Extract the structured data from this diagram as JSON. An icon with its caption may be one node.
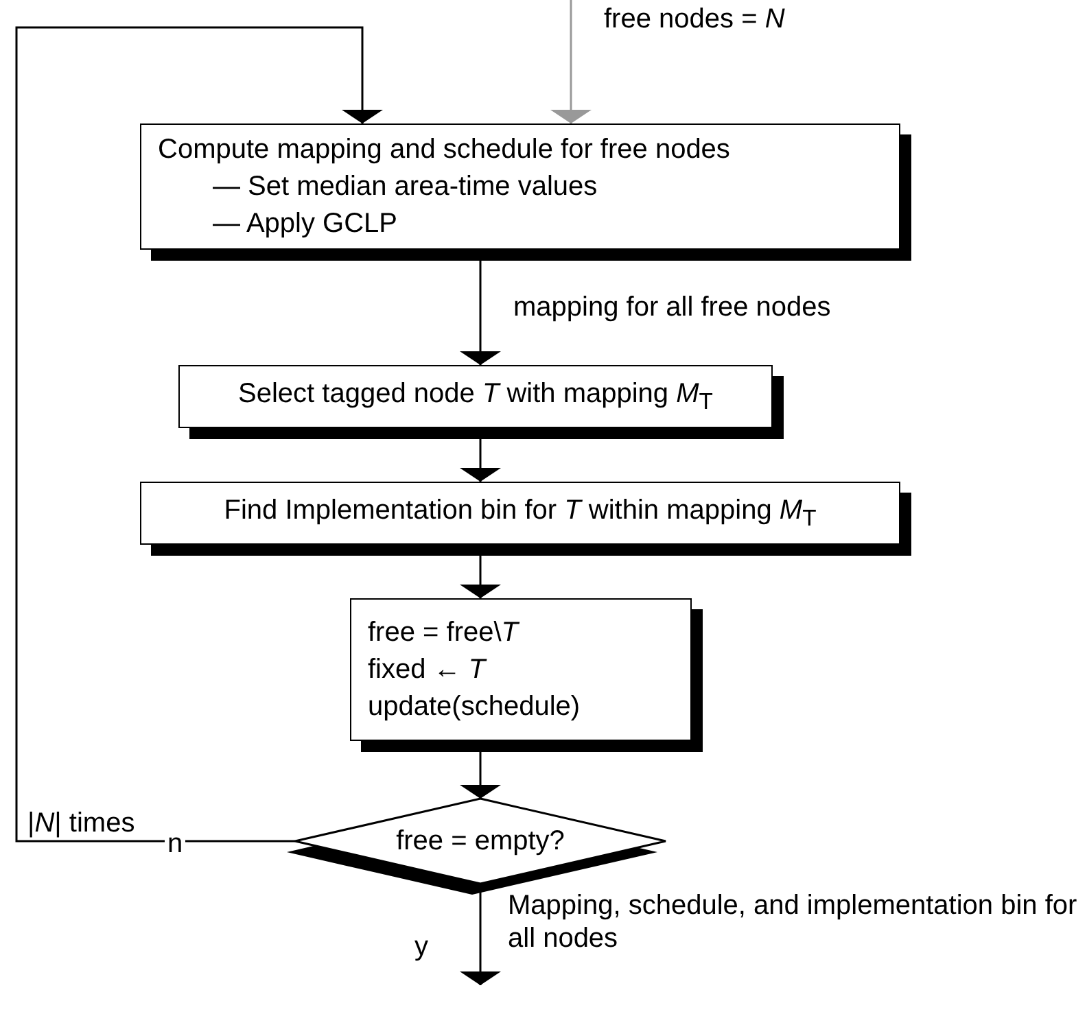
{
  "diagram": {
    "nodes": [
      {
        "text": [
          "Compute mapping and schedule for free nodes",
          "— Set median area-time values",
          "— Apply GCLP"
        ]
      },
      {
        "text": [
          "Select tagged node *T* with mapping *M*$_{T}$"
        ]
      },
      {
        "text": [
          "Find Implementation bin for *T* within mapping *M*$_{T}$"
        ]
      },
      {
        "text": [
          "free = free\\*T*",
          "fixed ← *T*",
          "update(schedule)"
        ]
      },
      {
        "text": [
          "free = empty?"
        ]
      }
    ],
    "edges": [
      {
        "from": null,
        "to": 0,
        "arrow": "to",
        "label": "free nodes = *N*",
        "color": "#999999"
      },
      {
        "from": 0,
        "to": 1,
        "arrow": "to",
        "label": "mapping for all free nodes"
      },
      {
        "from": 1,
        "to": 2,
        "arrow": "to"
      },
      {
        "from": 2,
        "to": 3,
        "arrow": "to"
      },
      {
        "from": 3,
        "to": 4,
        "arrow": "to"
      },
      {
        "from": 4,
        "to": 0,
        "arrow": "to",
        "label": "|*N*| times"
      },
      {
        "from": 4,
        "to": null,
        "arrow": "to",
        "label": "Mapping, schedule, and implementation bin for all nodes"
      }
    ],
    "labels": [
      "n",
      "y"
    ]
  }
}
